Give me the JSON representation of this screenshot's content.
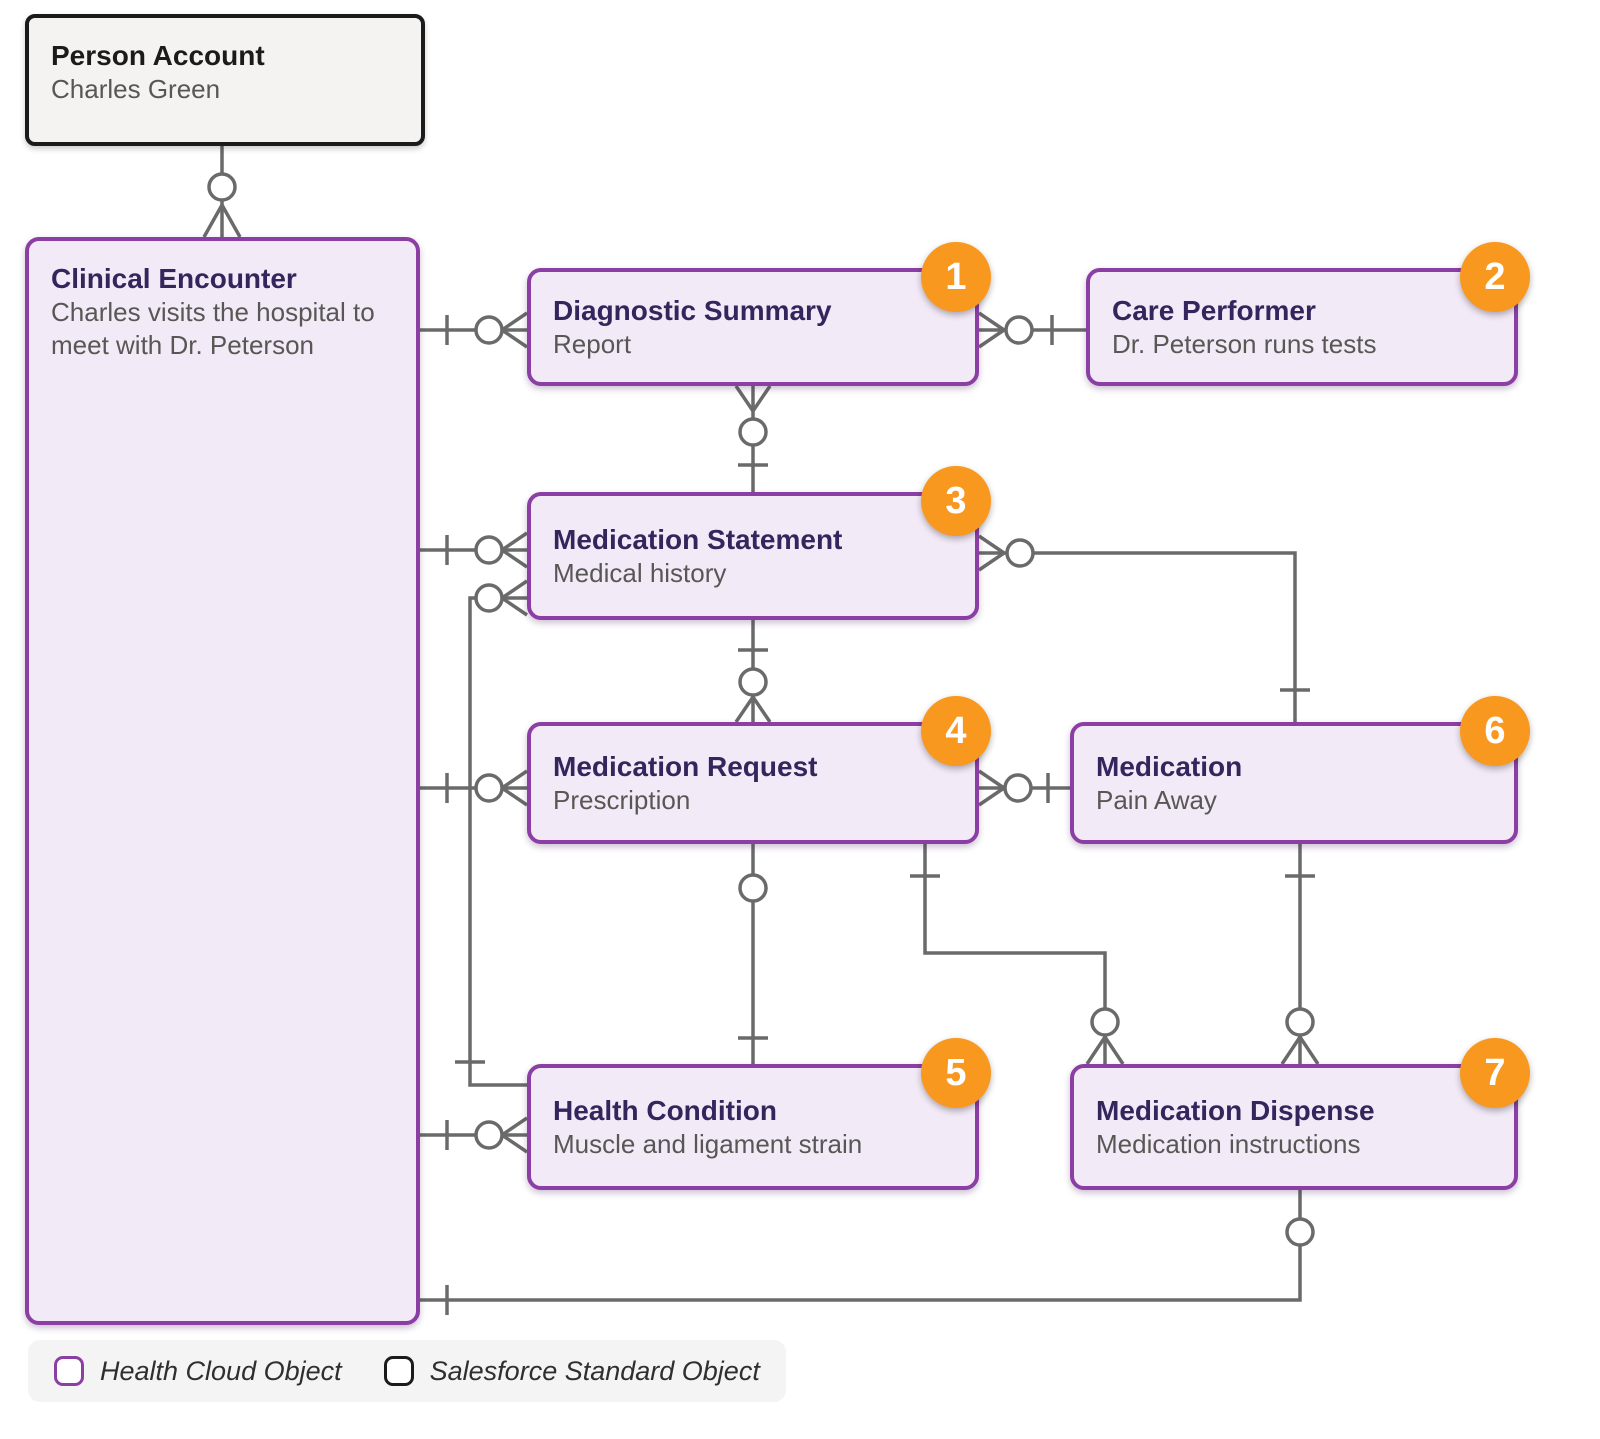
{
  "nodes": {
    "person_account": {
      "title": "Person Account",
      "subtitle": "Charles Green",
      "type": "Salesforce Standard Object"
    },
    "clinical_encounter": {
      "title": "Clinical Encounter",
      "subtitle": "Charles visits the hospital to meet with Dr. Peterson",
      "type": "Health Cloud Object"
    },
    "diagnostic_summary": {
      "title": "Diagnostic Summary",
      "subtitle": "Report",
      "badge": "1",
      "type": "Health Cloud Object"
    },
    "care_performer": {
      "title": "Care Performer",
      "subtitle": "Dr. Peterson runs tests",
      "badge": "2",
      "type": "Health Cloud Object"
    },
    "medication_statement": {
      "title": "Medication Statement",
      "subtitle": "Medical history",
      "badge": "3",
      "type": "Health Cloud Object"
    },
    "medication_request": {
      "title": "Medication Request",
      "subtitle": "Prescription",
      "badge": "4",
      "type": "Health Cloud Object"
    },
    "health_condition": {
      "title": "Health Condition",
      "subtitle": "Muscle and ligament strain",
      "badge": "5",
      "type": "Health Cloud Object"
    },
    "medication": {
      "title": "Medication",
      "subtitle": "Pain Away",
      "badge": "6",
      "type": "Health Cloud Object"
    },
    "medication_dispense": {
      "title": "Medication Dispense",
      "subtitle": "Medication instructions",
      "badge": "7",
      "type": "Health Cloud Object"
    }
  },
  "relationships": [
    {
      "from": "Person Account",
      "to": "Clinical Encounter"
    },
    {
      "from": "Clinical Encounter",
      "to": "Diagnostic Summary"
    },
    {
      "from": "Diagnostic Summary",
      "to": "Care Performer"
    },
    {
      "from": "Diagnostic Summary",
      "to": "Medication Statement"
    },
    {
      "from": "Clinical Encounter",
      "to": "Medication Statement"
    },
    {
      "from": "Medication Statement",
      "to": "Medication"
    },
    {
      "from": "Medication Statement",
      "to": "Medication Request"
    },
    {
      "from": "Clinical Encounter",
      "to": "Medication Request"
    },
    {
      "from": "Medication Request",
      "to": "Medication"
    },
    {
      "from": "Medication Request",
      "to": "Health Condition"
    },
    {
      "from": "Medication Request",
      "to": "Medication Dispense"
    },
    {
      "from": "Medication",
      "to": "Medication Dispense"
    },
    {
      "from": "Health Condition",
      "to": "Medication Statement"
    },
    {
      "from": "Clinical Encounter",
      "to": "Health Condition"
    },
    {
      "from": "Medication Dispense",
      "to": "Clinical Encounter"
    }
  ],
  "legend": {
    "health_cloud": "Health Cloud Object",
    "standard": "Salesforce Standard Object"
  },
  "colors": {
    "purple_border": "#8b3fa5",
    "purple_fill": "#f3eaf7",
    "badge_orange": "#f9981f",
    "line_gray": "#6a6a6a",
    "standard_border": "#1b1b1b"
  }
}
